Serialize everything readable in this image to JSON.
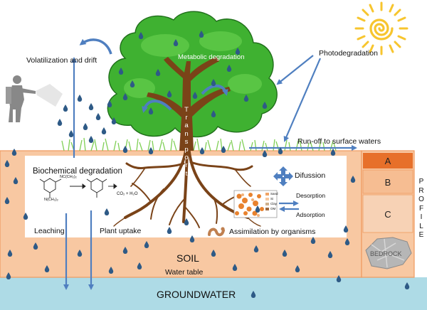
{
  "labels": {
    "volatilization": "Volatilization and drift",
    "metabolic": "Metabolic degradation",
    "photodegradation": "Photodegradation",
    "runoff": "Run-off to surface waters",
    "biochemical": "Biochemical degradation",
    "difussion": "Difussion",
    "desorption": "Desorption",
    "adsorption": "Adsorption",
    "leaching": "Leaching",
    "plant_uptake": "Plant uptake",
    "assimilation": "Assimilation by organisms",
    "soil": "SOIL",
    "water_table": "Water table",
    "groundwater": "GROUNDWATER",
    "bedrock": "BEDROCK",
    "transport": "Transport",
    "profile": "PROFILE"
  },
  "horizons": [
    "A",
    "B",
    "C"
  ],
  "chemistry": {
    "products": "CO₂ + H₂O",
    "group_top": "NC(CH₂)₂",
    "group_bottom": "N(CH₂)₂"
  },
  "soil_inset": {
    "legend": [
      "Sand",
      "Si",
      "Clay",
      "OM"
    ]
  },
  "colors": {
    "soil": "#f8c8a2",
    "soil_border": "#ef9a5f",
    "groundwater": "#aedbe6",
    "tree": "#3fb131",
    "trunk": "#7a4318",
    "arrow": "#4f7fc0",
    "horizon_a": "#e7702a",
    "horizon_b": "#f6bd92",
    "horizon_c": "#f7d2b5",
    "sun": "#f7c52e",
    "drop": "#2e5a86"
  }
}
